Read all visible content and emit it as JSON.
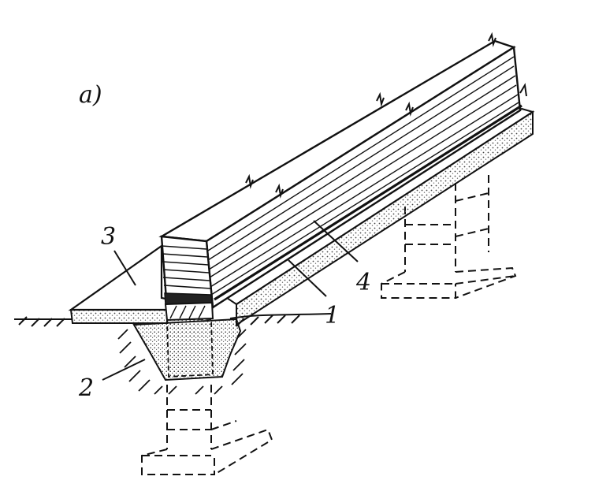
{
  "figure": {
    "panel_label": "а)",
    "callouts": [
      {
        "id": "c1",
        "text": "1"
      },
      {
        "id": "c2",
        "text": "2"
      },
      {
        "id": "c3",
        "text": "3"
      },
      {
        "id": "c4",
        "text": "4"
      }
    ]
  },
  "colors": {
    "ink": "#111111",
    "paper": "#ffffff",
    "stipple": "#555555"
  }
}
